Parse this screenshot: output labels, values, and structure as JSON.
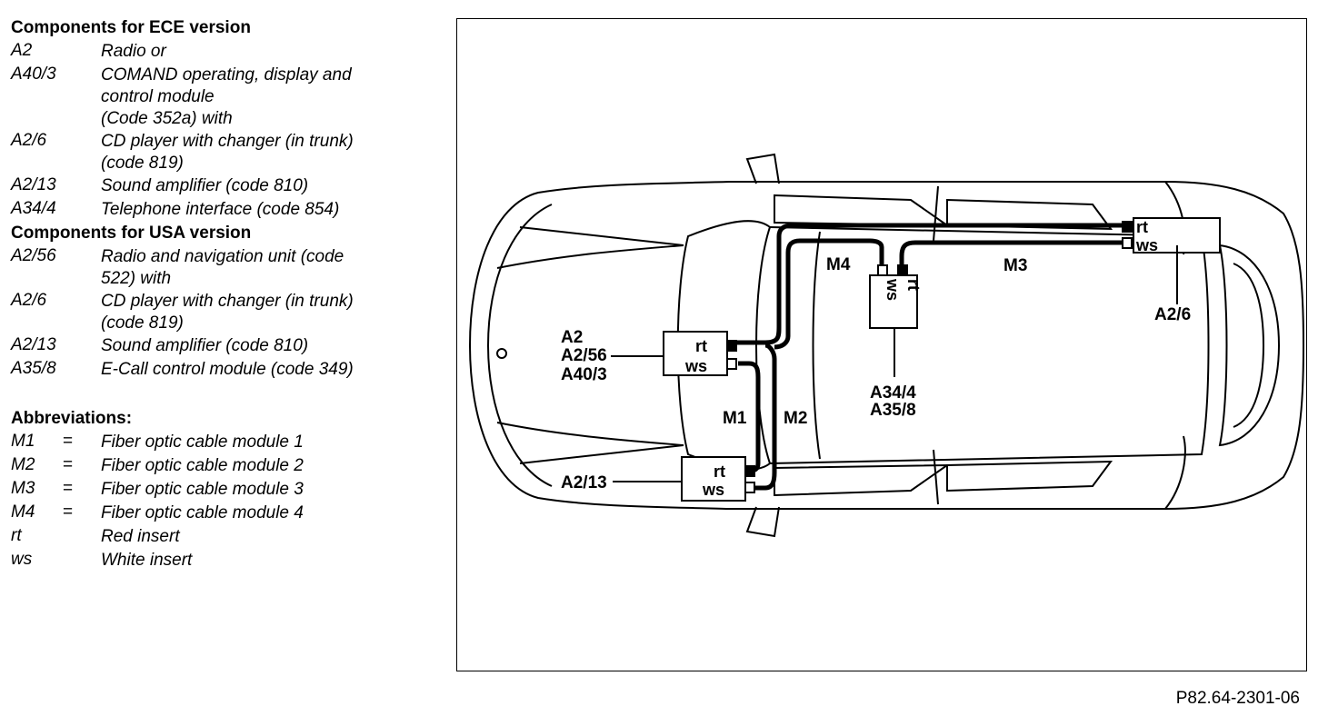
{
  "legend": {
    "ece_heading": "Components for ECE version",
    "ece": [
      {
        "code": "A2",
        "desc": "Radio or"
      },
      {
        "code": "A40/3",
        "desc": "COMAND operating, display and\ncontrol module\n(Code 352a) with"
      },
      {
        "code": "A2/6",
        "desc": "CD player with changer (in trunk)\n(code 819)"
      },
      {
        "code": "A2/13",
        "desc": "Sound amplifier (code 810)"
      },
      {
        "code": "A34/4",
        "desc": "Telephone interface (code 854)"
      }
    ],
    "usa_heading": "Components for USA version",
    "usa": [
      {
        "code": "A2/56",
        "desc": "Radio and navigation unit (code\n522) with"
      },
      {
        "code": "A2/6",
        "desc": "CD player with changer (in trunk)\n(code 819)"
      },
      {
        "code": "A2/13",
        "desc": "Sound amplifier (code 810)"
      },
      {
        "code": "A35/8",
        "desc": "E-Call control module (code 349)"
      }
    ],
    "abbrev_heading": "Abbreviations:",
    "abbrev": [
      {
        "code": "M1",
        "eq": "=",
        "desc": "Fiber optic cable module 1"
      },
      {
        "code": "M2",
        "eq": "=",
        "desc": "Fiber optic cable module 2"
      },
      {
        "code": "M3",
        "eq": "=",
        "desc": "Fiber optic cable module 3"
      },
      {
        "code": "M4",
        "eq": "=",
        "desc": "Fiber optic cable module 4"
      },
      {
        "code": "rt",
        "eq": "",
        "desc": "Red insert"
      },
      {
        "code": "ws",
        "eq": "",
        "desc": "White insert"
      }
    ]
  },
  "diagram": {
    "radio_labels": [
      "A2",
      "A2/56",
      "A40/3"
    ],
    "amp_label": "A2/13",
    "cd_label": "A2/6",
    "tel_labels": [
      "A34/4",
      "A35/8"
    ],
    "cables": {
      "m1": "M1",
      "m2": "M2",
      "m3": "M3",
      "m4": "M4"
    },
    "insert_red": "rt",
    "insert_white": "ws"
  },
  "figure_ref": "P82.64-2301-06"
}
